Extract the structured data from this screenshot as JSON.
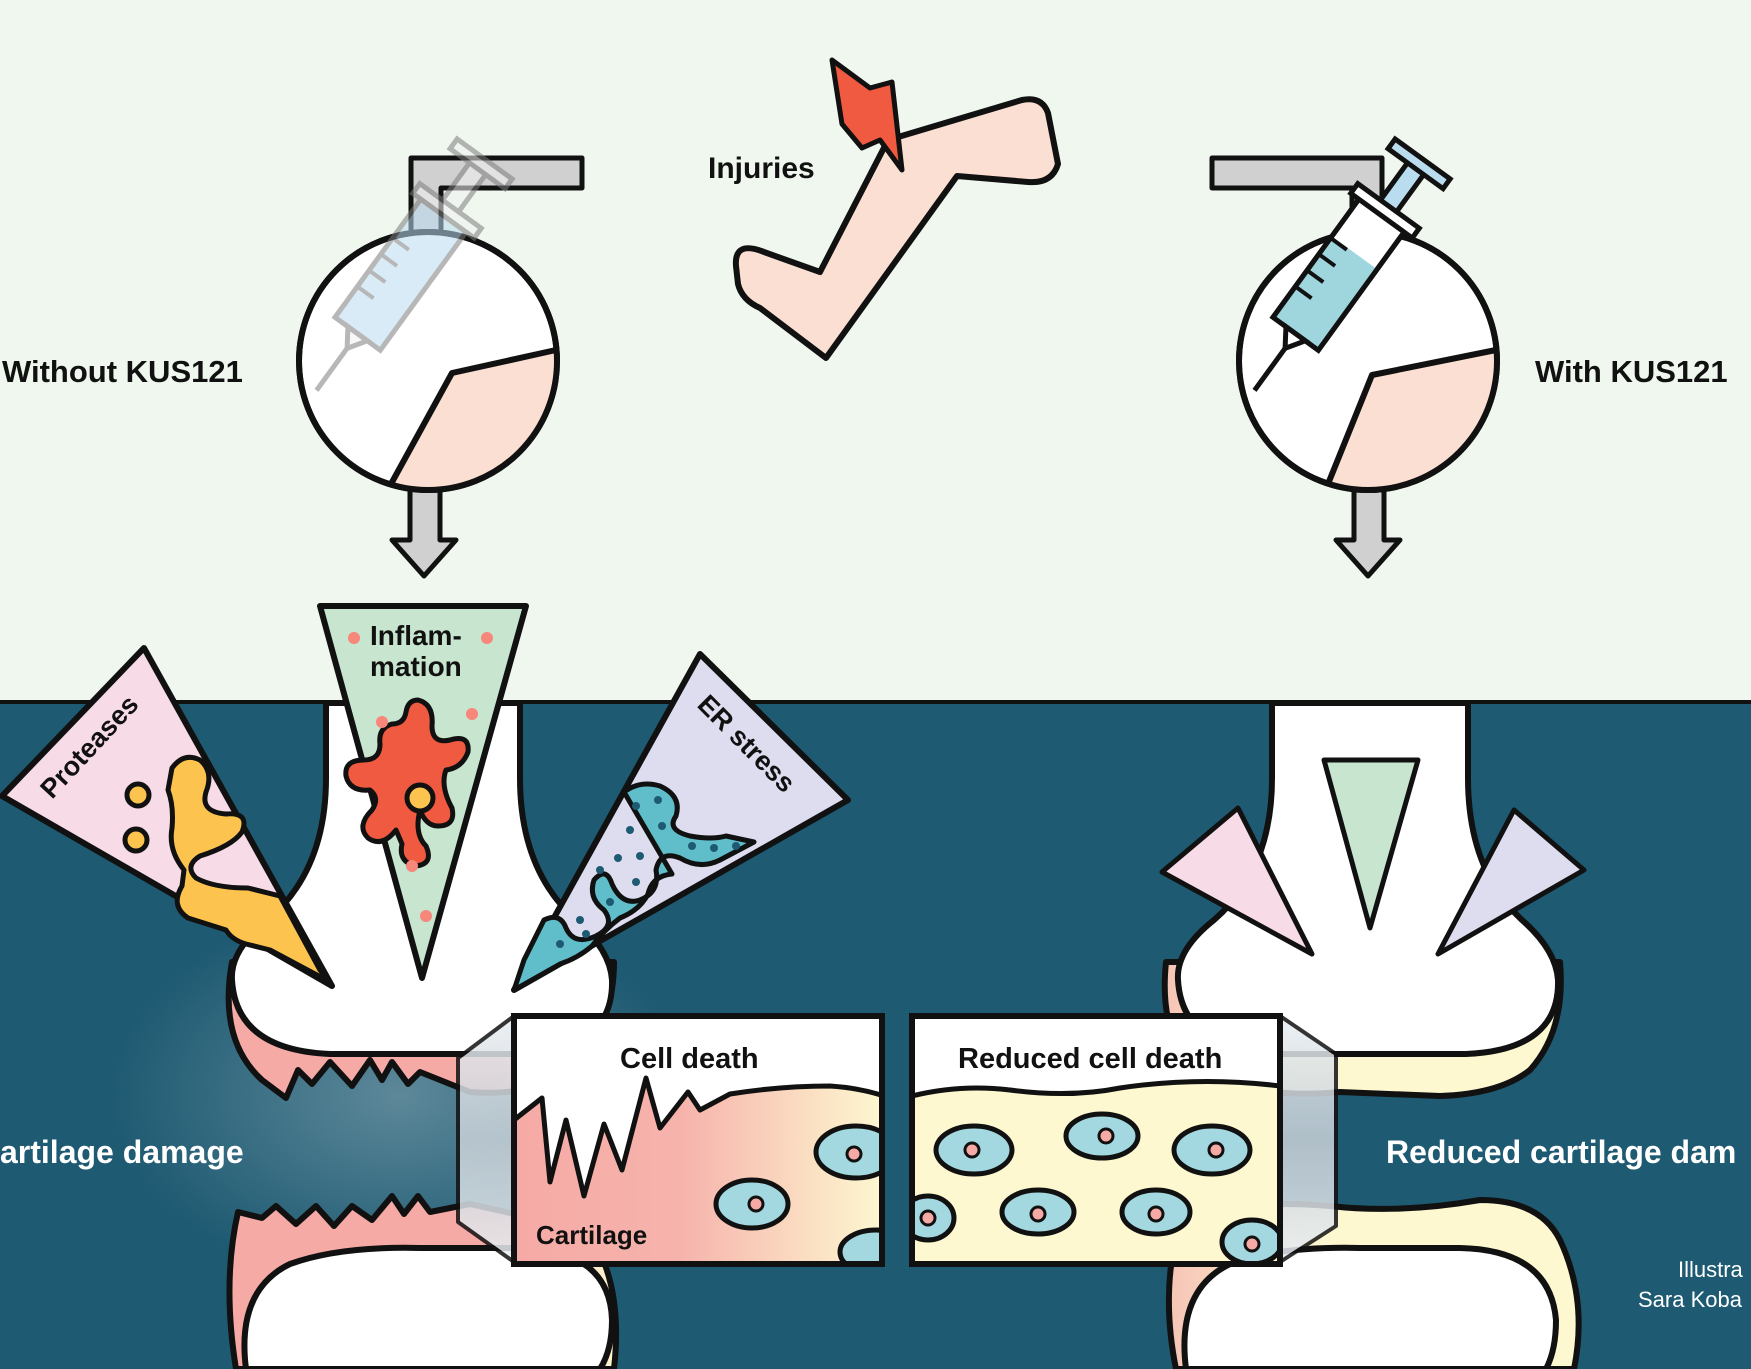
{
  "labels": {
    "injuries": "Injuries",
    "without": "Without KUS121",
    "with": "With KUS121",
    "inflammation_line1": "Inflam-",
    "inflammation_line2": "mation",
    "proteases": "Proteases",
    "er_stress": "ER stress",
    "cell_death": "Cell death",
    "reduced_cell_death": "Reduced cell death",
    "cartilage_damage": "artilage damage",
    "reduced_cartilage_damage": "Reduced cartilage dam",
    "cartilage": "Cartilage",
    "credit_line1": "Illustra",
    "credit_line2": "Sara Koba"
  },
  "colors": {
    "top_background": "#eff7ef",
    "bottom_background": "#1e5a72",
    "arrow_gray": "#d0d0d0",
    "injury_pink": "#fbdfd3",
    "injury_red": "#f05a40",
    "syringe_blue": "#b9dcef",
    "syringe_teal": "#9fd6de",
    "inflammation_green": "#c7e5cf",
    "proteases_pink": "#f7dce8",
    "er_stress_lavender": "#dedcef",
    "yellow_orange": "#fcc44e",
    "teal": "#5fbec9",
    "cartilage_pink": "#f6aaa5",
    "cartilage_yellow": "#fdf8d0",
    "cell_blue": "#a4d8e0",
    "cell_nucleus": "#f6aaa5"
  },
  "icons": [
    "syringe-icon",
    "broken-leg-icon",
    "lightning-icon",
    "down-arrow-icon",
    "macrophage-icon",
    "chondrocyte-icon"
  ]
}
